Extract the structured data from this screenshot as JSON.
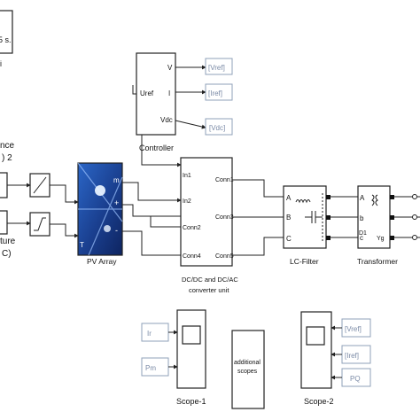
{
  "left_cut": {
    "sample_time": "5 s.",
    "sample_tail": "i",
    "irradiance": "nce",
    "irradiance_unit": ") 2",
    "temperature": "ture",
    "temperature_unit": "C)"
  },
  "controller": {
    "label": "Controller",
    "in_port": "Uref",
    "out_ports": [
      "V",
      "I",
      "Vdc"
    ]
  },
  "goto_tags": {
    "vref": "[Vref]",
    "iref": "[Iref]",
    "vdc": "[Vdc]"
  },
  "pv_array": {
    "label": "PV Array",
    "ports": [
      "m",
      "+",
      "-",
      "T"
    ]
  },
  "converter": {
    "label_line1": "DC/DC and DC/AC",
    "label_line2": "converter unit",
    "left_ports": [
      "In1",
      "In2",
      "Conn2",
      "Conn4"
    ],
    "right_ports": [
      "Conn1",
      "Conn3",
      "Conn5"
    ]
  },
  "lc_filter": {
    "label": "LC-Filter",
    "ports": [
      "A",
      "B",
      "C"
    ]
  },
  "transformer": {
    "label": "Transformer",
    "left_ports": [
      "A",
      "b",
      "c"
    ],
    "winding_labels": [
      "D1",
      "Yg"
    ]
  },
  "scope1": {
    "label": "Scope-1",
    "inputs": [
      "Ir",
      "Pm"
    ]
  },
  "additional_scopes": {
    "line1": "additional",
    "line2": "scopes"
  },
  "scope2": {
    "label": "Scope-2",
    "inputs": [
      "[Vref]",
      "[Iref]",
      "PQ"
    ]
  },
  "colors": {
    "wire": "#222222",
    "tag_border": "#8fa0b8",
    "tag_text": "#7a8aa6",
    "pv_panel": "#1f4fa8"
  }
}
